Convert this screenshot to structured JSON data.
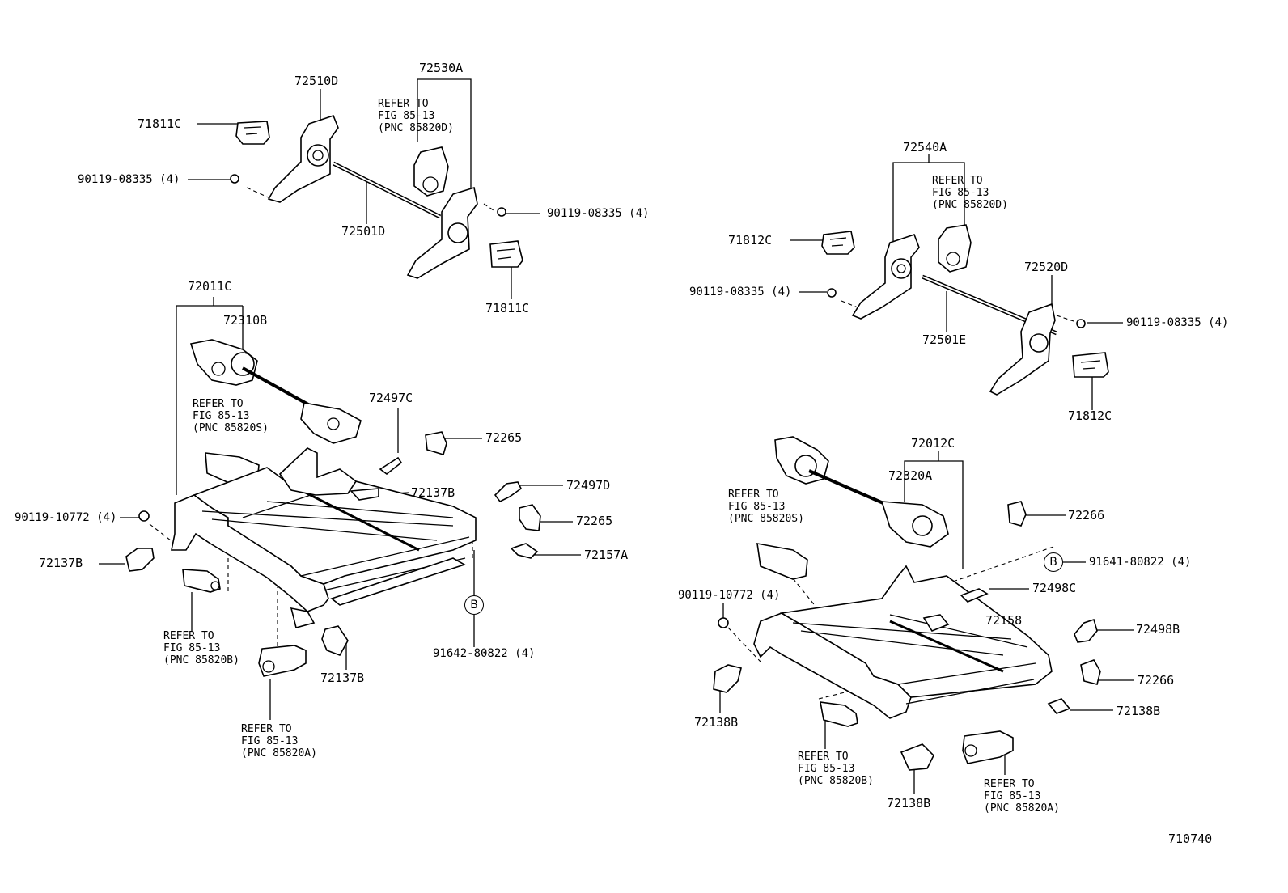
{
  "left": {
    "p72510D": "72510D",
    "p72530A": "72530A",
    "p71811C_top": "71811C",
    "p90119_08335_left": "90119-08335 (4)",
    "p90119_08335_right": "90119-08335 (4)",
    "p72501D": "72501D",
    "p71811C_bottom": "71811C",
    "refer_motor": [
      "REFER TO",
      "FIG 85-13",
      "(PNC 85820D)"
    ],
    "p72011C": "72011C",
    "p72310B": "72310B",
    "refer_switch_s": [
      "REFER TO",
      "FIG 85-13",
      "(PNC 85820S)"
    ],
    "p72497C": "72497C",
    "p72265_a": "72265",
    "p72137B_a": "72137B",
    "p72497D": "72497D",
    "p72265_b": "72265",
    "p90119_10772": "90119-10772 (4)",
    "p72157A": "72157A",
    "p72137B_b": "72137B",
    "circle_b": "B",
    "p91642": "91642-80822 (4)",
    "refer_motor_b": [
      "REFER TO",
      "FIG 85-13",
      "(PNC 85820B)"
    ],
    "p72137B_c": "72137B",
    "refer_motor_a": [
      "REFER TO",
      "FIG 85-13",
      "(PNC 85820A)"
    ]
  },
  "right": {
    "p72540A": "72540A",
    "refer_motor": [
      "REFER TO",
      "FIG 85-13",
      "(PNC 85820D)"
    ],
    "p71812C_top": "71812C",
    "p72520D": "72520D",
    "p90119_08335_left": "90119-08335 (4)",
    "p90119_08335_right": "90119-08335 (4)",
    "p72501E": "72501E",
    "p71812C_bottom": "71812C",
    "p72012C": "72012C",
    "p72320A": "72320A",
    "refer_switch_s": [
      "REFER TO",
      "FIG 85-13",
      "(PNC 85820S)"
    ],
    "p72266_a": "72266",
    "circle_b": "B",
    "p91641": "91641-80822 (4)",
    "p72498C": "72498C",
    "p90119_10772": "90119-10772 (4)",
    "p72158": "72158",
    "p72498B": "72498B",
    "p72266_b": "72266",
    "p72138B_a": "72138B",
    "p72138B_b": "72138B",
    "refer_motor_b": [
      "REFER TO",
      "FIG 85-13",
      "(PNC 85820B)"
    ],
    "p72138B_c": "72138B",
    "refer_motor_a": [
      "REFER TO",
      "FIG 85-13",
      "(PNC 85820A)"
    ]
  },
  "figure_number": "710740"
}
